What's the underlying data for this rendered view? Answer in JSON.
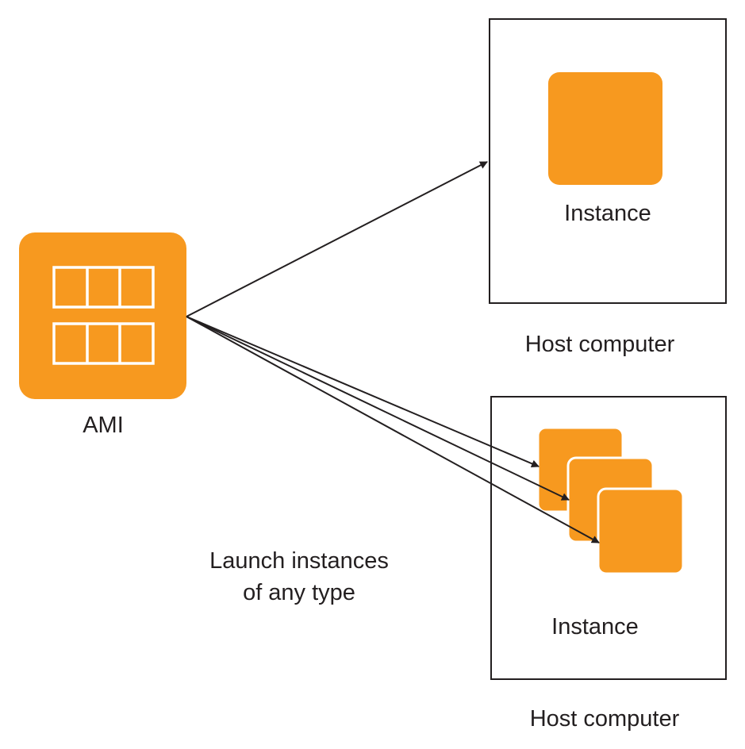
{
  "ami": {
    "label": "AMI"
  },
  "host_top": {
    "instance_label": "Instance",
    "caption": "Host computer"
  },
  "host_bottom": {
    "instance_label": "Instance",
    "caption": "Host computer"
  },
  "launch_text": {
    "line1": "Launch instances",
    "line2": "of any type"
  },
  "colors": {
    "accent": "#f7991f",
    "line": "#231f20",
    "box_border": "#231f20",
    "background": "#ffffff"
  }
}
